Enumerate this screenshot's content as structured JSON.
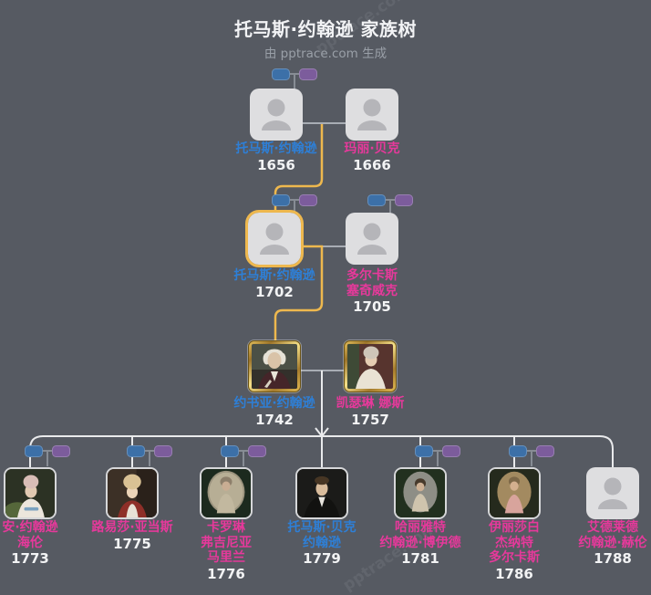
{
  "header": {
    "title": "托马斯·约翰逊 家族树",
    "subtitle": "由 pptrace.com 生成",
    "watermark": "pptrace.com"
  },
  "colors": {
    "background": "#565a62",
    "male_name": "#2e7fd6",
    "female_name": "#e6399b",
    "year_text": "#f2f3f4",
    "highlight_path": "#eeb84e",
    "couple_line": "#a8adb4",
    "descent_line": "#e9eaec",
    "stub_line": "#878c94",
    "mini_male": "#3c70a8",
    "mini_female": "#7c5c9c",
    "placeholder_bg": "#dedee0",
    "placeholder_icon": "#b5b5b9"
  },
  "tree": {
    "g1_father": {
      "name": "托马斯·约翰逊",
      "year": "1656"
    },
    "g1_mother": {
      "name": "玛丽·贝克",
      "year": "1666"
    },
    "g2_father": {
      "name": "托马斯·约翰逊",
      "year": "1702"
    },
    "g2_mother": {
      "name1": "多尔卡斯",
      "name2": "塞奇威克",
      "year": "1705"
    },
    "g3_father": {
      "name": "约书亚·约翰逊",
      "year": "1742"
    },
    "g3_mother": {
      "name": "凯瑟琳 娜斯",
      "year": "1757"
    },
    "children": [
      {
        "name1": "安·约翰逊",
        "name2": "海伦",
        "year": "1773"
      },
      {
        "name1": "路易莎·亚当斯",
        "year": "1775"
      },
      {
        "name1": "卡罗琳",
        "name2": "弗吉尼亚",
        "name3": "马里兰",
        "year": "1776"
      },
      {
        "name1": "托马斯·贝克",
        "name2": "约翰逊",
        "year": "1779"
      },
      {
        "name1": "哈丽雅特",
        "name2": "约翰逊·博伊德",
        "year": "1781"
      },
      {
        "name1": "伊丽莎白",
        "name2": "杰纳特",
        "name3": "多尔卡斯",
        "year": "1786"
      },
      {
        "name1": "艾德莱德",
        "name2": "约翰逊·赫伦",
        "year": "1788"
      }
    ]
  }
}
